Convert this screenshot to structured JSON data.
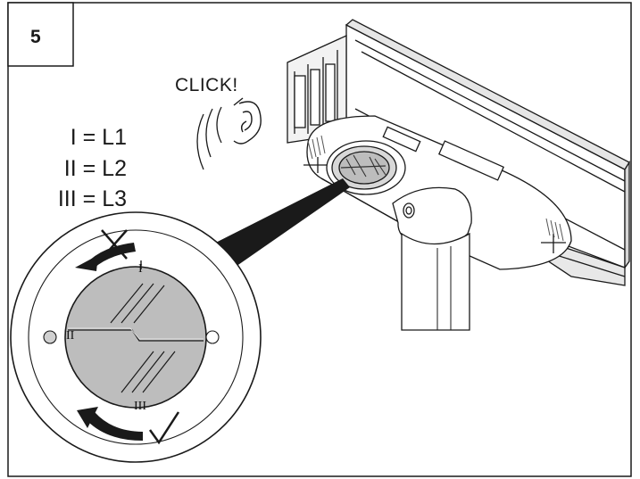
{
  "step": {
    "number": "5"
  },
  "sound": {
    "label": "CLICK!",
    "icon": "ear-icon"
  },
  "phases": [
    {
      "label": "I = L1"
    },
    {
      "label": "II = L2"
    },
    {
      "label": "III = L3"
    }
  ],
  "dial": {
    "marks": {
      "top": "I",
      "left": "II",
      "bottom": "III"
    },
    "wrong_direction": {
      "icon": "cross-icon"
    },
    "right_direction": {
      "icon": "check-icon"
    }
  },
  "colors": {
    "line": "#1a1a1a",
    "dial_gray": "#bdbdbd",
    "light_gray": "#e6e6e6"
  }
}
